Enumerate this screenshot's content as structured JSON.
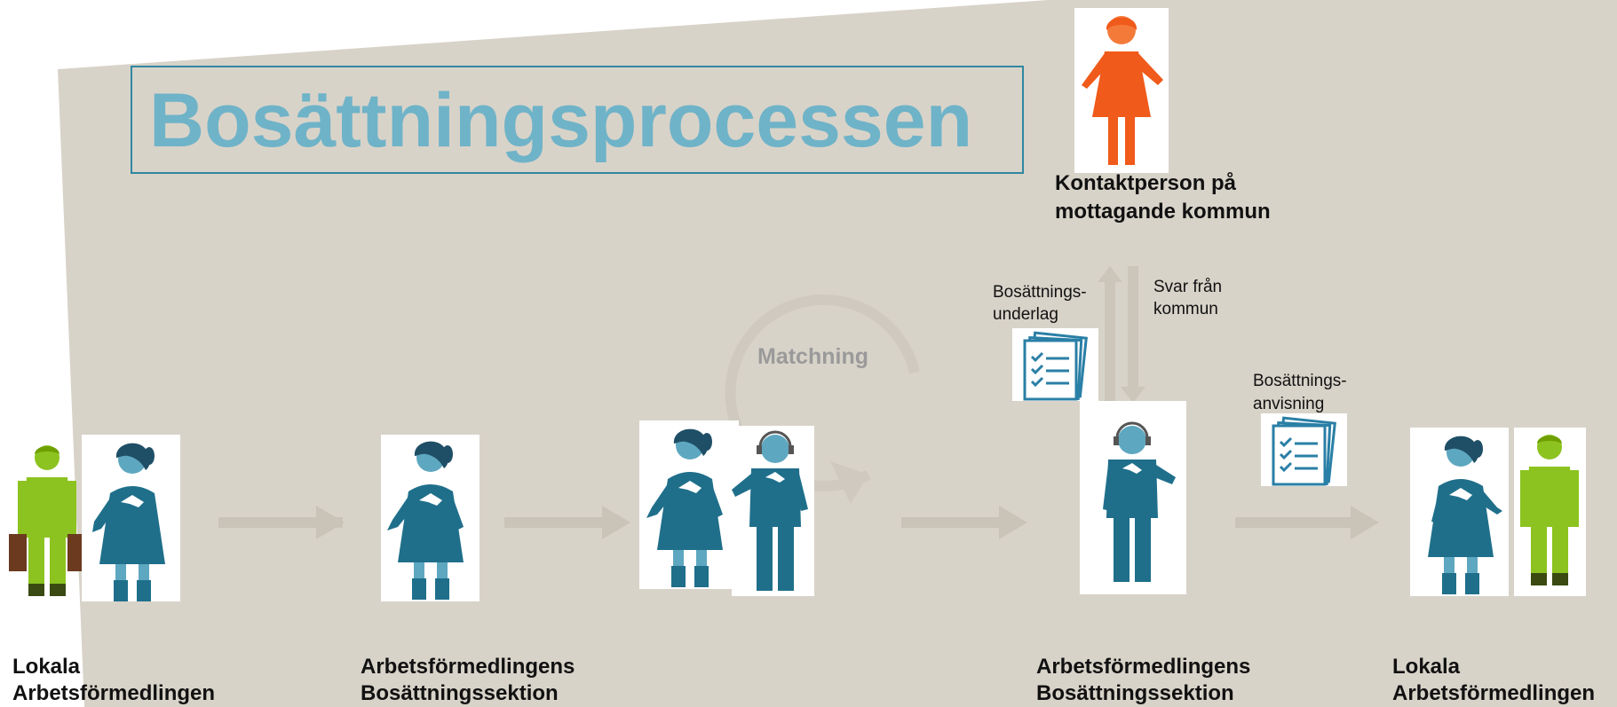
{
  "title": "Bosättningsprocessen",
  "colors": {
    "background_shape": "#d8d3c9",
    "arrow": "#c9c3b8",
    "title_text": "#6fb3c8",
    "title_border": "#2f87a0",
    "staff": "#1f6f8b",
    "staff_light": "#5ea7c0",
    "client": "#8cc320",
    "contact": "#f05a1a"
  },
  "matchning_label": "Matchning",
  "contact_person": {
    "line1": "Kontaktperson på",
    "line2": "mottagande kommun"
  },
  "documents": {
    "underlag_line1": "Bosättnings-",
    "underlag_line2": "underlag",
    "svar_line1": "Svar från",
    "svar_line2": "kommun",
    "anvisning_line1": "Bosättnings-",
    "anvisning_line2": "anvisning"
  },
  "stages": [
    {
      "line1": "Lokala",
      "line2": "Arbetsförmedlingen"
    },
    {
      "line1": "Arbetsförmedlingens",
      "line2": "Bosättningssektion"
    },
    {
      "line1": "Arbetsförmedlingens",
      "line2": "Bosättningssektion"
    },
    {
      "line1": "Lokala",
      "line2": "Arbetsförmedlingen"
    }
  ]
}
